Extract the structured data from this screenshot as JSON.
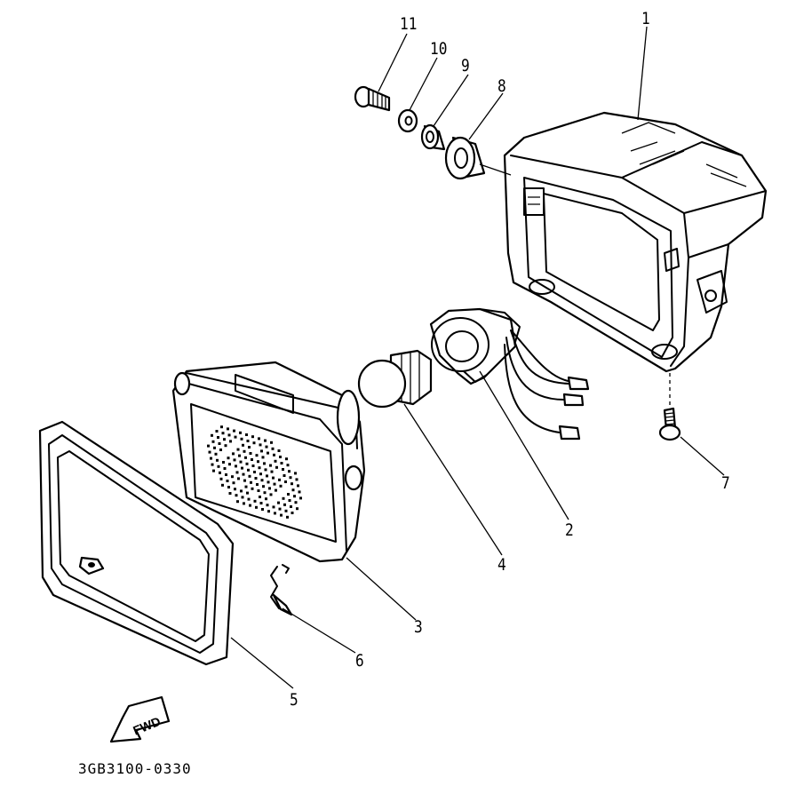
{
  "callouts": {
    "c1": "1",
    "c2": "2",
    "c3": "3",
    "c4": "4",
    "c5": "5",
    "c6": "6",
    "c7": "7",
    "c8": "8",
    "c9": "9",
    "c10": "10",
    "c11": "11"
  },
  "arrow_label": "FWD",
  "drawing_code": "3GB3100-0330"
}
